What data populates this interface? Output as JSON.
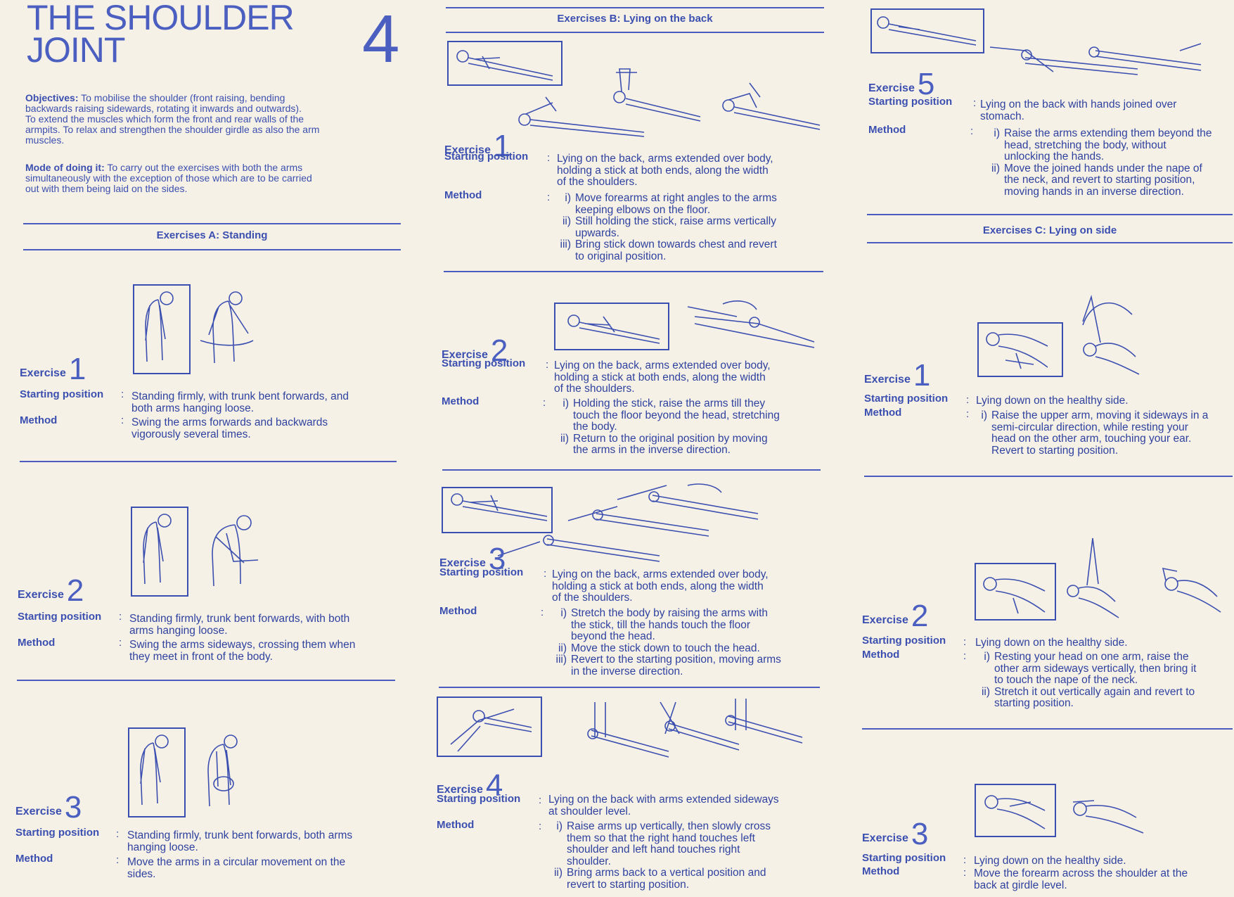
{
  "header": {
    "title_line1": "THE SHOULDER",
    "title_line2": "JOINT",
    "number": "4"
  },
  "intro": {
    "objectives_label": "Objectives:",
    "objectives_lines": [
      " To mobilise the shoulder (front raising, bending",
      "backwards raising sidewards, rotating it inwards and outwards).",
      "To extend the muscles which form the front and rear walls of the",
      "armpits. To relax and strengthen the shoulder girdle as also the arm",
      "muscles."
    ],
    "mode_label": "Mode of doing it:",
    "mode_lines": [
      " To carry out the exercises with both the arms",
      "simultaneously with the exception of those which are to be carried",
      "out with them being laid on the sides."
    ]
  },
  "labels": {
    "exercise": "Exercise",
    "starting_position": "Starting position",
    "method": "Method",
    "colon": ":"
  },
  "section_a": {
    "heading": "Exercises A: Standing",
    "exercises": [
      {
        "num": "1",
        "start": [
          "Standing firmly, with trunk bent forwards, and",
          "both arms hanging loose."
        ],
        "method": [
          [
            "",
            "Swing the arms forwards and backwards"
          ],
          [
            "",
            "vigorously several times."
          ]
        ]
      },
      {
        "num": "2",
        "start": [
          "Standing firmly, trunk bent forwards, with both",
          "arms hanging loose."
        ],
        "method": [
          [
            "",
            "Swing the arms sideways, crossing them when"
          ],
          [
            "",
            "they meet in front of the body."
          ]
        ]
      },
      {
        "num": "3",
        "start": [
          "Standing firmly, trunk bent forwards, both arms",
          "hanging loose."
        ],
        "method": [
          [
            "",
            "Move the arms in a circular movement on the"
          ],
          [
            "",
            "sides."
          ]
        ]
      }
    ]
  },
  "section_b": {
    "heading": "Exercises B: Lying on the back",
    "exercises": [
      {
        "num": "1",
        "start": [
          "Lying on the back, arms extended over body,",
          "holding a stick at both ends, along the width",
          "of the shoulders."
        ],
        "method": [
          [
            "i)",
            "Move forearms at right angles to the arms"
          ],
          [
            "",
            "keeping elbows on the floor."
          ],
          [
            "ii)",
            "Still holding the stick, raise arms vertically"
          ],
          [
            "",
            "upwards."
          ],
          [
            "iii)",
            "Bring stick down towards chest and revert"
          ],
          [
            "",
            "to original position."
          ]
        ]
      },
      {
        "num": "2",
        "start": [
          "Lying on the back, arms extended over body,",
          "holding a stick at both ends, along the width",
          "of the shoulders."
        ],
        "method": [
          [
            "i)",
            "Holding the stick, raise the arms till they"
          ],
          [
            "",
            "touch the floor beyond the head, stretching"
          ],
          [
            "",
            "the body."
          ],
          [
            "ii)",
            "Return to the original position by moving"
          ],
          [
            "",
            "the arms in the inverse direction."
          ]
        ]
      },
      {
        "num": "3",
        "start": [
          "Lying on the back, arms extended over body,",
          "holding a stick at both ends, along the width",
          "of the shoulders."
        ],
        "method": [
          [
            "i)",
            "Stretch the body by raising the arms with"
          ],
          [
            "",
            "the stick, till the hands touch the floor"
          ],
          [
            "",
            "beyond the head."
          ],
          [
            "ii)",
            "Move the stick down to touch the head."
          ],
          [
            "iii)",
            "Revert to the starting position, moving arms"
          ],
          [
            "",
            "in the inverse direction."
          ]
        ]
      },
      {
        "num": "4",
        "start": [
          "Lying on the back with arms extended sideways",
          "at shoulder level."
        ],
        "method": [
          [
            "i)",
            "Raise arms up vertically, then slowly cross"
          ],
          [
            "",
            "them so that the right hand touches left"
          ],
          [
            "",
            "shoulder and left hand touches right"
          ],
          [
            "",
            "shoulder."
          ],
          [
            "ii)",
            "Bring arms back to a vertical position and"
          ],
          [
            "",
            "revert to starting position."
          ]
        ]
      },
      {
        "num": "5",
        "start": [
          "Lying on the back with hands joined over",
          "stomach."
        ],
        "method": [
          [
            "i)",
            "Raise the arms extending them beyond the"
          ],
          [
            "",
            "head, stretching the body, without"
          ],
          [
            "",
            "unlocking the hands."
          ],
          [
            "ii)",
            "Move the joined hands under the nape of"
          ],
          [
            "",
            "the neck, and revert to starting position,"
          ],
          [
            "",
            "moving hands in an inverse direction."
          ]
        ]
      }
    ]
  },
  "section_c": {
    "heading": "Exercises C: Lying on side",
    "exercises": [
      {
        "num": "1",
        "start": [
          "Lying down on the healthy side."
        ],
        "method": [
          [
            "i)",
            "Raise the upper arm, moving it sideways in a"
          ],
          [
            "",
            "semi-circular direction, while resting your"
          ],
          [
            "",
            "head on the other arm, touching your ear."
          ],
          [
            "",
            "Revert to starting position."
          ]
        ]
      },
      {
        "num": "2",
        "start": [
          "Lying down on the healthy side."
        ],
        "method": [
          [
            "i)",
            "Resting your head on one arm, raise the"
          ],
          [
            "",
            "other arm sideways vertically, then bring it"
          ],
          [
            "",
            "to touch the nape of the neck."
          ],
          [
            "ii)",
            "Stretch it out vertically again and revert to"
          ],
          [
            "",
            "starting position."
          ]
        ]
      },
      {
        "num": "3",
        "start": [
          "Lying down on the healthy side."
        ],
        "method": [
          [
            "",
            "Move the forearm across the shoulder at the"
          ],
          [
            "",
            "back at girdle level."
          ]
        ]
      }
    ]
  }
}
